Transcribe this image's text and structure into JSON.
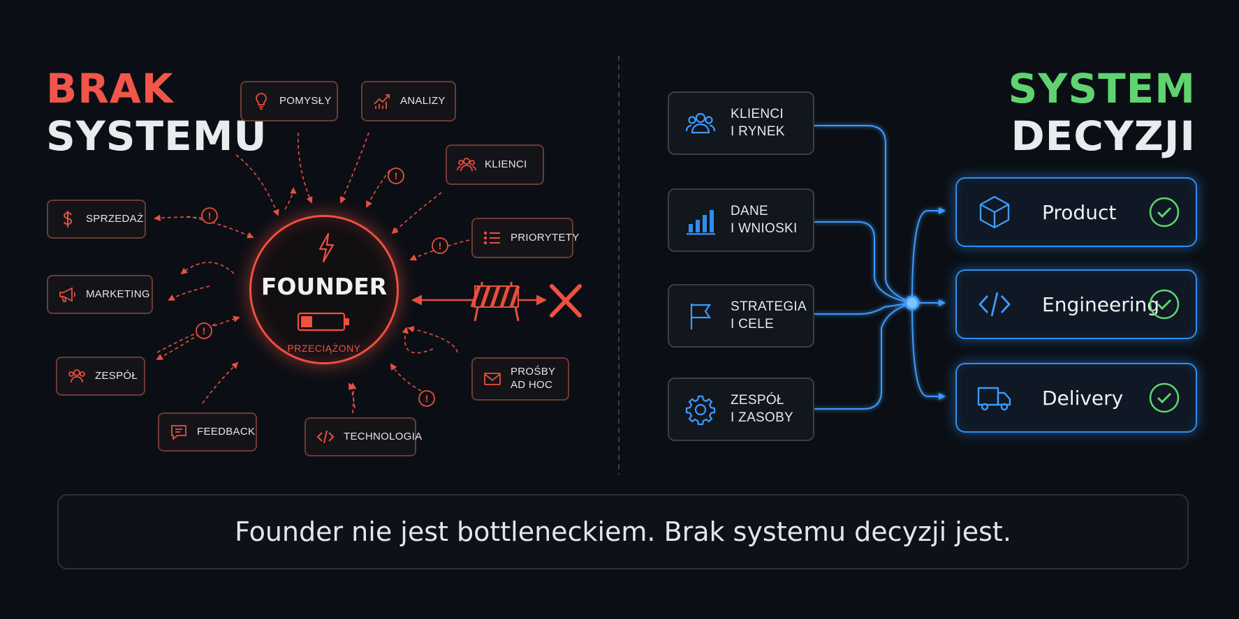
{
  "left_title": {
    "line1": "BRAK",
    "line2": "SYSTEMU"
  },
  "right_title": {
    "line1": "SYSTEM",
    "line2": "DECYZJI"
  },
  "center": {
    "name": "FOUNDER",
    "status": "PRZECIĄŻONY"
  },
  "chaos_items": [
    {
      "id": "pomysly",
      "label": "POMYSŁY",
      "icon": "lightbulb-icon"
    },
    {
      "id": "analizy",
      "label": "ANALIZY",
      "icon": "chart-trend-icon"
    },
    {
      "id": "klienci",
      "label": "KLIENCI",
      "icon": "users-icon"
    },
    {
      "id": "priorytety",
      "label": "PRIORYTETY",
      "icon": "list-icon"
    },
    {
      "id": "sprzedaz",
      "label": "SPRZEDAŻ",
      "icon": "dollar-icon"
    },
    {
      "id": "marketing",
      "label": "MARKETING",
      "icon": "megaphone-icon"
    },
    {
      "id": "zespol",
      "label": "ZESPÓŁ",
      "icon": "users-icon"
    },
    {
      "id": "feedback",
      "label": "FEEDBACK",
      "icon": "chat-icon"
    },
    {
      "id": "technologia",
      "label": "TECHNOLOGIA",
      "icon": "code-icon"
    },
    {
      "id": "prosby",
      "label": "PROŚBY\nAD HOC",
      "icon": "envelope-icon"
    }
  ],
  "inputs": [
    {
      "id": "klienci-rynek",
      "label": "KLIENCI\nI RYNEK",
      "icon": "users-icon"
    },
    {
      "id": "dane-wnioski",
      "label": "DANE\nI WNIOSKI",
      "icon": "bar-chart-icon"
    },
    {
      "id": "strategia-cele",
      "label": "STRATEGIA\nI CELE",
      "icon": "flag-icon"
    },
    {
      "id": "zespol-zasoby",
      "label": "ZESPÓŁ\nI ZASOBY",
      "icon": "gear-icon"
    }
  ],
  "outputs": [
    {
      "id": "product",
      "label": "Product",
      "icon": "cube-icon"
    },
    {
      "id": "engineering",
      "label": "Engineering",
      "icon": "code-icon"
    },
    {
      "id": "delivery",
      "label": "Delivery",
      "icon": "truck-icon"
    }
  ],
  "caption": "Founder nie jest bottleneckiem. Brak systemu decyzji jest.",
  "colors": {
    "red": "#f0503f",
    "green": "#5fd46e",
    "blue": "#2f8df0",
    "background": "#0b0f15"
  }
}
